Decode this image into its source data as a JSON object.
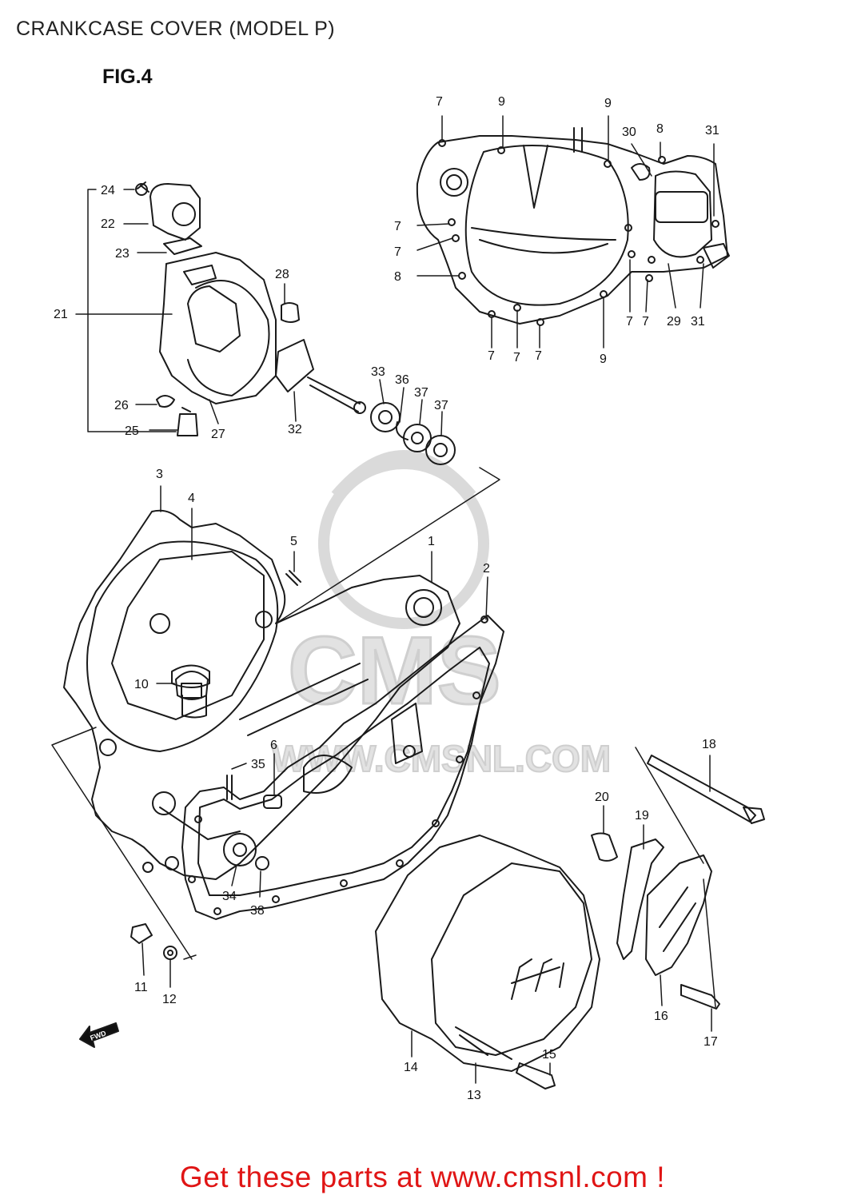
{
  "header": {
    "title": "CRANKCASE COVER (MODEL P)"
  },
  "figure": {
    "label": "FIG.4"
  },
  "watermark": {
    "brand": "CMS",
    "url": "WWW.CMSNL.COM"
  },
  "fwd_arrow": {
    "label": "FWD"
  },
  "footer": {
    "promo": "Get these parts at www.cmsnl.com !"
  },
  "colors": {
    "promo": "#e01515",
    "line": "#1a1a1a",
    "watermark": "#d8d8d8"
  },
  "callouts": [
    {
      "id": "c-7a",
      "text": "7"
    },
    {
      "id": "c-9a",
      "text": "9"
    },
    {
      "id": "c-9b",
      "text": "9"
    },
    {
      "id": "c-30",
      "text": "30"
    },
    {
      "id": "c-8a",
      "text": "8"
    },
    {
      "id": "c-31a",
      "text": "31"
    },
    {
      "id": "c-24",
      "text": "24"
    },
    {
      "id": "c-22",
      "text": "22"
    },
    {
      "id": "c-23",
      "text": "23"
    },
    {
      "id": "c-7b",
      "text": "7"
    },
    {
      "id": "c-7c",
      "text": "7"
    },
    {
      "id": "c-8b",
      "text": "8"
    },
    {
      "id": "c-28",
      "text": "28"
    },
    {
      "id": "c-21",
      "text": "21"
    },
    {
      "id": "c-7d",
      "text": "7"
    },
    {
      "id": "c-7e",
      "text": "7"
    },
    {
      "id": "c-29",
      "text": "29"
    },
    {
      "id": "c-31b",
      "text": "31"
    },
    {
      "id": "c-7f",
      "text": "7"
    },
    {
      "id": "c-7g",
      "text": "7"
    },
    {
      "id": "c-7h",
      "text": "7"
    },
    {
      "id": "c-9c",
      "text": "9"
    },
    {
      "id": "c-33",
      "text": "33"
    },
    {
      "id": "c-36",
      "text": "36"
    },
    {
      "id": "c-37a",
      "text": "37"
    },
    {
      "id": "c-37b",
      "text": "37"
    },
    {
      "id": "c-26",
      "text": "26"
    },
    {
      "id": "c-25",
      "text": "25"
    },
    {
      "id": "c-27",
      "text": "27"
    },
    {
      "id": "c-32",
      "text": "32"
    },
    {
      "id": "c-3",
      "text": "3"
    },
    {
      "id": "c-4",
      "text": "4"
    },
    {
      "id": "c-5",
      "text": "5"
    },
    {
      "id": "c-1",
      "text": "1"
    },
    {
      "id": "c-2",
      "text": "2"
    },
    {
      "id": "c-10",
      "text": "10"
    },
    {
      "id": "c-6",
      "text": "6"
    },
    {
      "id": "c-35",
      "text": "35"
    },
    {
      "id": "c-18",
      "text": "18"
    },
    {
      "id": "c-20",
      "text": "20"
    },
    {
      "id": "c-19",
      "text": "19"
    },
    {
      "id": "c-34",
      "text": "34"
    },
    {
      "id": "c-38",
      "text": "38"
    },
    {
      "id": "c-11",
      "text": "11"
    },
    {
      "id": "c-12",
      "text": "12"
    },
    {
      "id": "c-14",
      "text": "14"
    },
    {
      "id": "c-15",
      "text": "15"
    },
    {
      "id": "c-13",
      "text": "13"
    },
    {
      "id": "c-16",
      "text": "16"
    },
    {
      "id": "c-17",
      "text": "17"
    }
  ]
}
